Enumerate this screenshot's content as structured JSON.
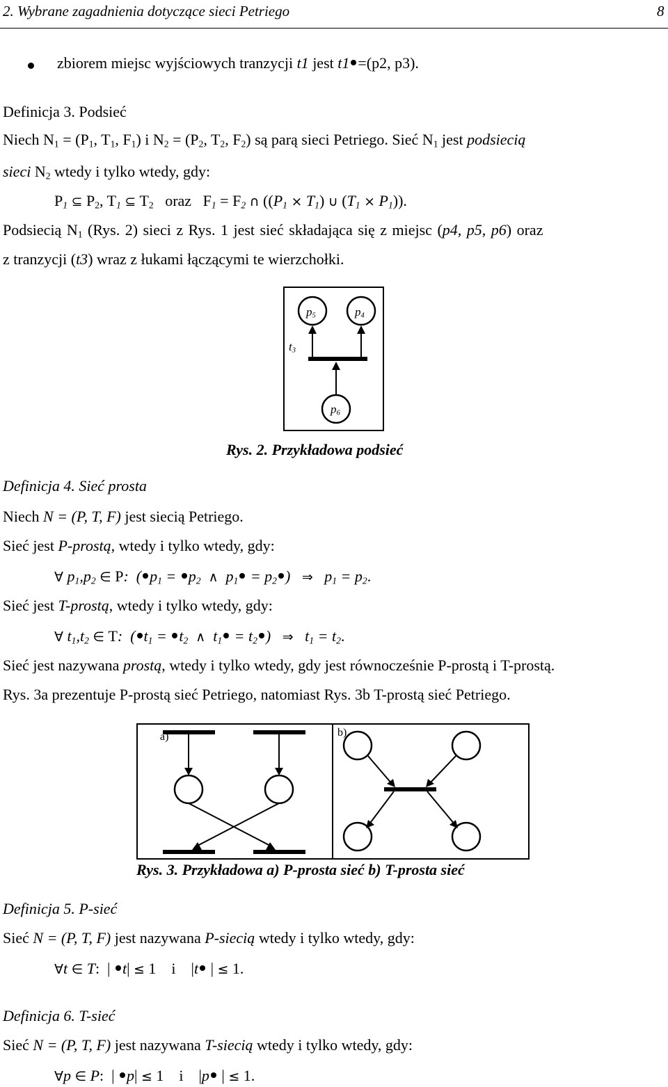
{
  "header": {
    "title": "2. Wybrane zagadnienia dotyczące sieci Petriego",
    "page": "8"
  },
  "bullet": {
    "text_a": "zbiorem miejsc wyjściowych tranzycji ",
    "t1": "t1",
    "text_b": " jest ",
    "t1b": "t1",
    "tail": "=(p2, p3)."
  },
  "def3": {
    "heading": "Definicja 3. Podsieć",
    "l1_a": "Niech N",
    "l1_b": " = (P",
    "l1_c": ", T",
    "l1_d": ", F",
    "l1_e": ")   i   N",
    "l1_f": " = (P",
    "l1_g": ", T",
    "l1_h": ", F",
    "l1_i": ") są parą sieci Petriego. Sieć N",
    "l1_j": " jest ",
    "l1_k": "podsiecią",
    "l2_a": "sieci",
    "l2_b": " N",
    "l2_c": " wtedy i tylko wtedy, gdy:",
    "formula": {
      "P": "P",
      "T": "T",
      "F": "F",
      "oraz": "oraz",
      "eq": " = ",
      "s1": "1",
      "s2": "2"
    },
    "p1": "Podsiecią N",
    "p1b": " (Rys. 2) sieci z Rys. 1 jest sieć składająca się z miejsc (",
    "p4": "p4, p5, p6",
    "p1c": ") oraz",
    "p2a": "z tranzycji (",
    "t3": "t3",
    "p2b": ") wraz z łukami łączącymi te wierzchołki."
  },
  "fig2": {
    "labels": {
      "p5": "p",
      "p5s": "5",
      "p4": "p",
      "p4s": "4",
      "t3": "t",
      "t3s": "3",
      "p6": "p",
      "p6s": "6"
    },
    "caption": "Rys. 2. Przykładowa podsieć"
  },
  "def4": {
    "heading": "Definicja 4. Sieć prosta",
    "l1_a": "Niech ",
    "l1_b": "N = (P, T, F)",
    "l1_c": " jest siecią Petriego.",
    "l2_a": "Sieć jest ",
    "l2_b": "P-prostą",
    "l2_c": ", wtedy i tylko wtedy, gdy:",
    "l3_a": "Sieć jest ",
    "l3_b": "T-prostą",
    "l3_c": ", wtedy i tylko wtedy, gdy:",
    "l4_a": "Sieć jest nazywana ",
    "l4_b": "prostą",
    "l4_c": ", wtedy i tylko wtedy, gdy jest równocześnie P-prostą i T-prostą.",
    "l5": "Rys. 3a prezentuje P-prostą sieć Petriego, natomiast Rys. 3b T-prostą sieć Petriego."
  },
  "fig3": {
    "label_a": "a)",
    "label_b": "b)",
    "caption": "Rys. 3. Przykładowa a) P-prosta sieć  b) T-prosta sieć"
  },
  "def5": {
    "heading": "Definicja 5. P-sieć",
    "l1_a": "Sieć ",
    "l1_b": "N = (P, T, F)",
    "l1_c": " jest nazywana ",
    "l1_d": "P-siecią",
    "l1_e": "  wtedy i tylko wtedy, gdy:"
  },
  "def6": {
    "heading": "Definicja 6. T-sieć",
    "l1_a": "Sieć ",
    "l1_b": "N = (P, T, F)",
    "l1_c": " jest nazywana ",
    "l1_d": "T-siecią",
    "l1_e": "  wtedy  i  tylko wtedy, gdy:"
  }
}
